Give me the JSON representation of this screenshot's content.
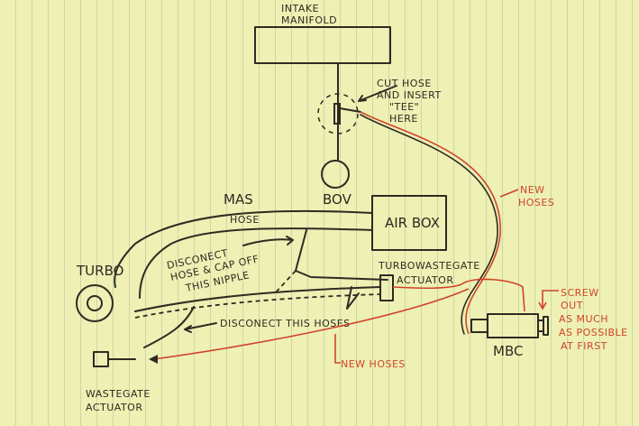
{
  "labels": {
    "intake_manifold": [
      "INTAKE",
      "MANIFOLD"
    ],
    "cut_hose": [
      "CUT HOSE",
      "AND INSERT",
      "\"TEE\"",
      "HERE"
    ],
    "bov": "BOV",
    "mas": "MAS",
    "hose": "HOSE",
    "airbox": "AIR BOX",
    "turbo": "TURBO",
    "disconnect_cap": [
      "DISCONECT",
      "HOSE & CAP OFF",
      "THIS NIPPLE"
    ],
    "turbo_wastegate_actuator": [
      "TURBOWASTEGATE",
      "ACTUATOR"
    ],
    "disconnect_hoses": "DISCONECT THIS HOSES",
    "wastegate_actuator": [
      "WASTEGATE",
      "ACTUATOR"
    ],
    "new_hoses_top": [
      "NEW",
      "HOSES"
    ],
    "new_hoses_bottom": "NEW HOSES",
    "screw_out": [
      "SCREW",
      "OUT",
      "AS MUCH",
      "AS POSSIBLE",
      "AT FIRST"
    ],
    "mbc": "MBC"
  },
  "colors": {
    "paper": "#eef0b4",
    "ink": "#2e2a22",
    "red_ink": "#d0442a"
  }
}
